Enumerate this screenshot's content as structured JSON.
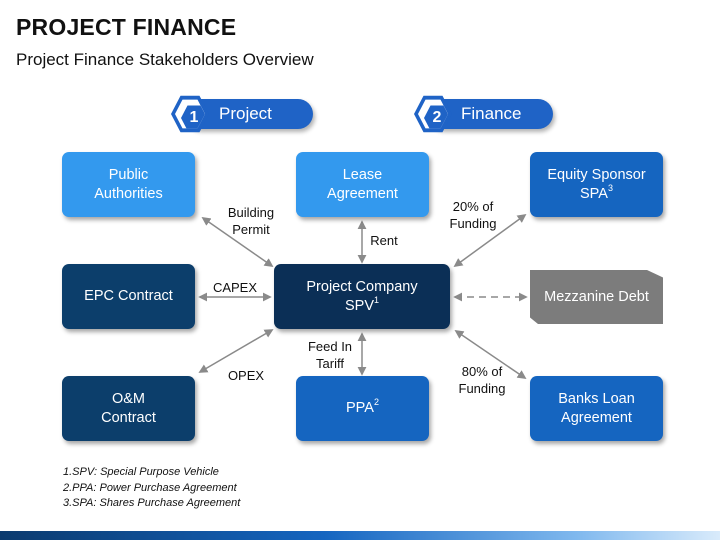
{
  "header": {
    "title": "PROJECT FINANCE",
    "subtitle": "Project Finance Stakeholders Overview"
  },
  "sections": [
    {
      "number": "1",
      "label": "Project"
    },
    {
      "number": "2",
      "label": "Finance"
    }
  ],
  "nodes": {
    "public_authorities": {
      "line1": "Public",
      "line2": "Authorities"
    },
    "lease_agreement": {
      "line1": "Lease",
      "line2": "Agreement"
    },
    "equity_sponsor": {
      "line1": "Equity Sponsor",
      "line2": "SPA",
      "sup": "3"
    },
    "epc_contract": {
      "line1": "EPC Contract"
    },
    "project_company": {
      "line1": "Project Company",
      "line2": "SPV",
      "sup": "1"
    },
    "mezzanine_debt": {
      "line1": "Mezzanine Debt"
    },
    "om_contract": {
      "line1": "O&M",
      "line2": "Contract"
    },
    "ppa": {
      "line1": "PPA",
      "sup": "2"
    },
    "banks_loan": {
      "line1": "Banks Loan",
      "line2": "Agreement"
    }
  },
  "edge_labels": {
    "building_permit": {
      "line1": "Building",
      "line2": "Permit"
    },
    "rent": "Rent",
    "funding_20": {
      "line1": "20% of",
      "line2": "Funding"
    },
    "capex": "CAPEX",
    "opex": "OPEX",
    "feed_in_tariff": {
      "line1": "Feed In",
      "line2": "Tariff"
    },
    "funding_80": {
      "line1": "80% of",
      "line2": "Funding"
    }
  },
  "footnotes": [
    "1.SPV: Special Purpose Vehicle",
    "2.PPA: Power Purchase Agreement",
    "3.SPA: Shares Purchase Agreement"
  ],
  "colors": {
    "accent": "#1f63c6",
    "light_box": "#3399ee",
    "mid_box": "#1565c0",
    "dark_box": "#0c3e6b",
    "center_box": "#0b2f56",
    "gray_box": "#7c7c7c",
    "arrow": "#8a8a8a"
  }
}
